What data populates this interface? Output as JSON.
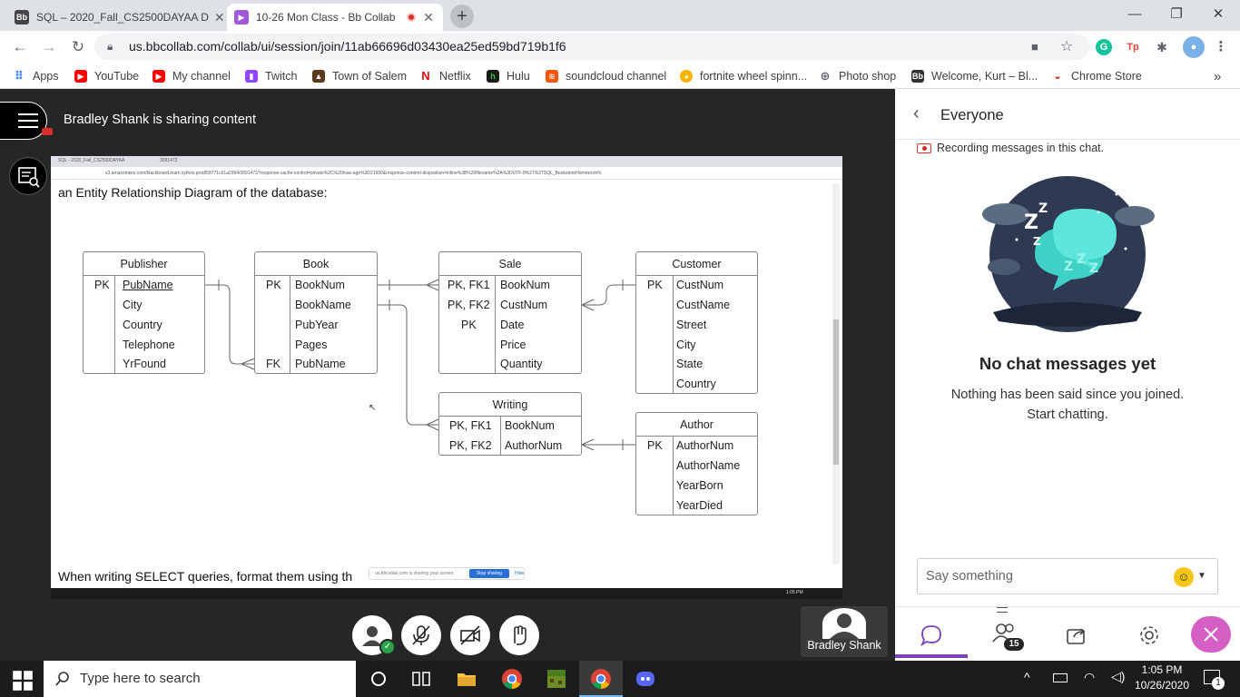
{
  "browser": {
    "tabs": [
      {
        "favicon": "Bb",
        "title": "SQL – 2020_Fall_CS2500DAYAA D",
        "active": false
      },
      {
        "favicon": "▶",
        "title": "10-26 Mon Class - Bb Collab",
        "active": true
      }
    ],
    "url": "us.bbcollab.com/collab/ui/session/join/11ab66696d03430ea25ed59bd719b1f6",
    "bookmarks": [
      "Apps",
      "YouTube",
      "My channel",
      "Twitch",
      "Town of Salem",
      "Netflix",
      "Hulu",
      "soundcloud channel",
      "fortnite wheel spinn...",
      "Photo shop",
      "Welcome, Kurt – Bl...",
      "Chrome Store"
    ],
    "bookmarks_more": "»"
  },
  "session": {
    "sharing_text": "Bradley Shank is sharing content",
    "presenter_name": "Bradley Shank"
  },
  "shared_screen": {
    "mini_tab1": "SQL - 2020_Fall_CS2500DAYAA",
    "mini_tab2": "3091473",
    "mini_url": "s3.amazonaws.com/blackboard.learn.xythos.prod/58771c61a2994/3091473?response-cache-control=private%2C%20max-age%3D21600&response-content-disposition=inline%3B%20filename%2A%3DUTF-8%27%27SQL_BookstoreHomework%",
    "heading": "an Entity Relationship Diagram of the database:",
    "footer": "When writing SELECT queries, format them using th",
    "share_notice": "us.bbcollab.com is sharing your screen.",
    "stop_sharing": "Stop sharing",
    "hide": "Hide",
    "mini_clock": "1:05 PM"
  },
  "erd": {
    "publisher": {
      "name": "Publisher",
      "keys": [
        "PK",
        "",
        "",
        "",
        ""
      ],
      "fields": [
        "PubName",
        "City",
        "Country",
        "Telephone",
        "YrFound"
      ]
    },
    "book": {
      "name": "Book",
      "keys": [
        "PK",
        "",
        "",
        "",
        "FK"
      ],
      "fields": [
        "BookNum",
        "BookName",
        "PubYear",
        "Pages",
        "PubName"
      ]
    },
    "sale": {
      "name": "Sale",
      "keys": [
        "PK, FK1",
        "PK, FK2",
        "PK",
        "",
        ""
      ],
      "fields": [
        "BookNum",
        "CustNum",
        "Date",
        "Price",
        "Quantity"
      ]
    },
    "customer": {
      "name": "Customer",
      "keys": [
        "PK",
        "",
        "",
        "",
        "",
        ""
      ],
      "fields": [
        "CustNum",
        "CustName",
        "Street",
        "City",
        "State",
        "Country"
      ]
    },
    "writing": {
      "name": "Writing",
      "keys": [
        "PK, FK1",
        "PK, FK2"
      ],
      "fields": [
        "BookNum",
        "AuthorNum"
      ]
    },
    "author": {
      "name": "Author",
      "keys": [
        "PK",
        "",
        "",
        ""
      ],
      "fields": [
        "AuthorNum",
        "AuthorName",
        "YearBorn",
        "YearDied"
      ]
    }
  },
  "chat": {
    "title": "Everyone",
    "recording_note": "Recording messages in this chat.",
    "empty_title": "No chat messages yet",
    "empty_line1": "Nothing has been said since you joined.",
    "empty_line2": "Start chatting.",
    "placeholder": "Say something",
    "attendee_count": "15"
  },
  "taskbar": {
    "search_placeholder": "Type here to search",
    "time": "1:05 PM",
    "date": "10/26/2020",
    "notification_count": "1"
  }
}
